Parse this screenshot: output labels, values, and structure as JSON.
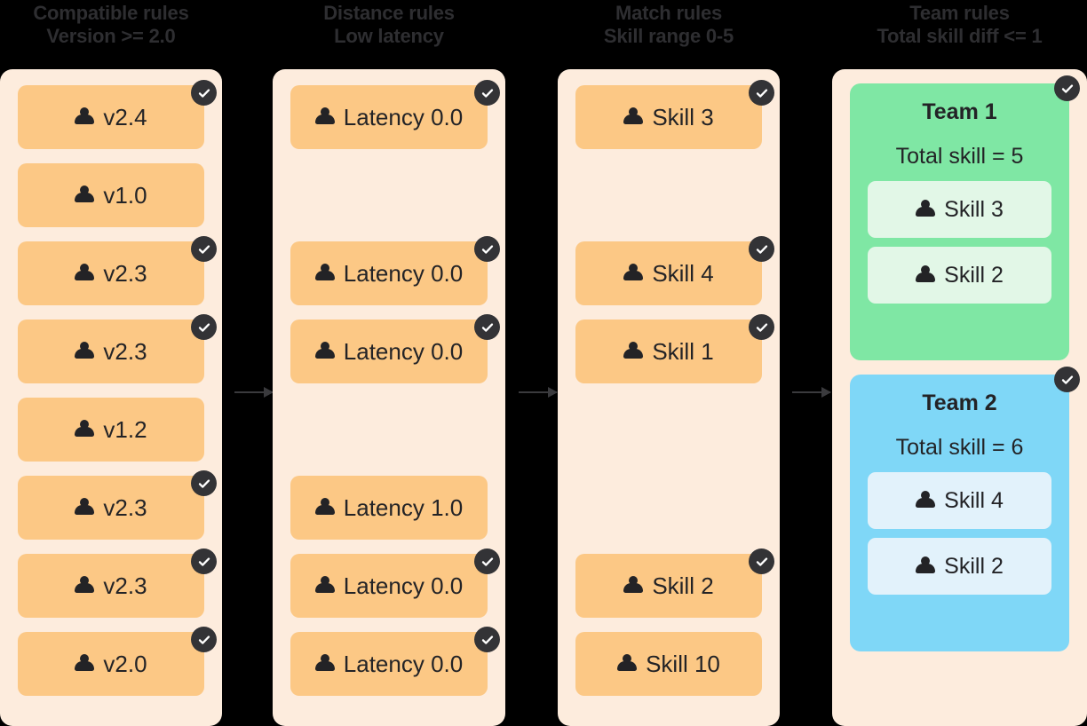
{
  "theme": {
    "background": "#000000",
    "panel_bg": "#fdecdd",
    "card_bg": "#fcc885",
    "text": "#232326",
    "title_text": "#2e2e31",
    "check_badge_bg": "#333336",
    "check_mark": "#ffffff",
    "arrow": "#3a3a3d",
    "team1_bg": "#7fe7a4",
    "team1_member_bg": "#e2f7e7",
    "team2_bg": "#7fd7f7",
    "team2_member_bg": "#e2f2fb"
  },
  "icons": {
    "person": "person-icon",
    "check": "check-icon"
  },
  "stages": [
    {
      "id": "compatible-rules",
      "title": "Compatible rules",
      "subtitle": "Version >= 2.0",
      "slots": [
        {
          "label": "v2.4",
          "checked": true
        },
        {
          "label": "v1.0",
          "checked": false
        },
        {
          "label": "v2.3",
          "checked": true
        },
        {
          "label": "v2.3",
          "checked": true
        },
        {
          "label": "v1.2",
          "checked": false
        },
        {
          "label": "v2.3",
          "checked": true
        },
        {
          "label": "v2.3",
          "checked": true
        },
        {
          "label": "v2.0",
          "checked": true
        }
      ]
    },
    {
      "id": "distance-rules",
      "title": "Distance rules",
      "subtitle": "Low latency",
      "slots": [
        {
          "label": "Latency 0.0",
          "checked": true
        },
        {
          "label": null,
          "checked": false
        },
        {
          "label": "Latency 0.0",
          "checked": true
        },
        {
          "label": "Latency 0.0",
          "checked": true
        },
        {
          "label": null,
          "checked": false
        },
        {
          "label": "Latency 1.0",
          "checked": false
        },
        {
          "label": "Latency 0.0",
          "checked": true
        },
        {
          "label": "Latency 0.0",
          "checked": true
        }
      ]
    },
    {
      "id": "match-rules",
      "title": "Match rules",
      "subtitle": "Skill range 0-5",
      "slots": [
        {
          "label": "Skill 3",
          "checked": true
        },
        {
          "label": null,
          "checked": false
        },
        {
          "label": "Skill 4",
          "checked": true
        },
        {
          "label": "Skill 1",
          "checked": true
        },
        {
          "label": null,
          "checked": false
        },
        {
          "label": null,
          "checked": false
        },
        {
          "label": "Skill 2",
          "checked": true
        },
        {
          "label": "Skill 10",
          "checked": false
        }
      ]
    },
    {
      "id": "team-rules",
      "title": "Team rules",
      "subtitle": "Total skill diff <= 1",
      "teams": [
        {
          "name": "Team 1",
          "total": "Total skill = 5",
          "checked": true,
          "members": [
            "Skill 3",
            "Skill 2"
          ]
        },
        {
          "name": "Team 2",
          "total": "Total skill = 6",
          "checked": true,
          "members": [
            "Skill 4",
            "Skill 2"
          ]
        }
      ]
    }
  ]
}
